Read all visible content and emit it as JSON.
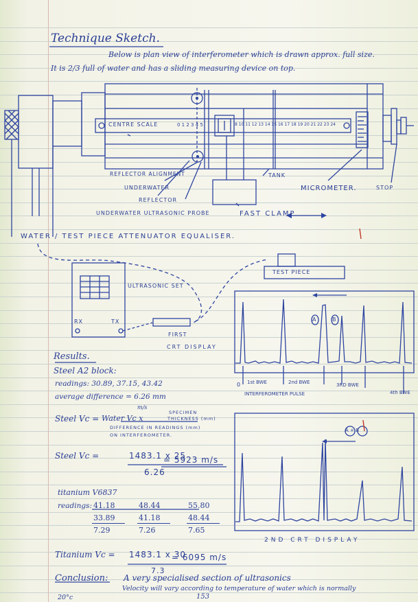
{
  "heading": "Technique Sketch.",
  "intro_line1": "Below is plan view of interferometer which is drawn approx. full size.",
  "intro_line2": "It is 2/3 full of water and has a sliding measuring device on top.",
  "scale_centre": "CENTRE SCALE",
  "scale_left": "0 1 2 3 4 5",
  "scale_right": "8 10 11 12 13 14 15 16 17 18 19 20 21 22 23 24",
  "labels": {
    "reflector_alignment": "REFLECTOR ALIGNMENT",
    "underwater": "UNDERWATER",
    "reflector": "REFLECTOR",
    "tank": "TANK",
    "micrometer": "MICROMETER.",
    "stop": "STOP",
    "ultrasonic_probe": "UNDERWATER ULTRASONIC PROBE",
    "fast_clamp": "FAST CLAMP",
    "attenuator": "WATER / TEST PIECE ATTENUATOR EQUALISER.",
    "test_piece": "TEST PIECE",
    "ultrasonic_set": "ULTRASONIC SET",
    "rx": "RX",
    "tx": "TX",
    "first_crt": "FIRST",
    "crt_display": "CRT DISPLAY",
    "peak_a": "A",
    "peak_b": "B",
    "peak_ab": "A + B",
    "zero": "0",
    "bwe1": "1st BWE",
    "bwe2": "2nd BWE",
    "bwe3": "3RD BWE",
    "bwe4": "4th BWE",
    "interferometer_pulse": "INTERFEROMETER PULSE",
    "second_crt": "2ND CRT DISPLAY"
  },
  "results": {
    "title": "Results.",
    "steel_block": "Steel A2 block:",
    "readings": "readings: 30.89, 37.15, 43.42",
    "average": "average difference = 6.26 mm",
    "unit_ms": "m/s",
    "formula_left": "Steel Vc =",
    "formula_mid": "Water Vc x",
    "formula_specimen": "SPECIMEN",
    "formula_thickness": "THICKNESS (mm)",
    "formula_diff1": "DIFFERENCE IN READINGS (mm)",
    "formula_diff2": "ON INTERFEROMETER.",
    "steel_calc_left": "Steel Vc =",
    "steel_calc_num": "1483.1 x 25",
    "steel_calc_den": "6.26",
    "steel_calc_result": "= 5923 m/s",
    "titanium": "titanium V6837",
    "ti_readings_label": "readings:",
    "ti_row1": [
      "41.18",
      "48.44",
      "55.80"
    ],
    "ti_row2": [
      "33.89",
      "41.18",
      "48.44"
    ],
    "ti_row3": [
      "7.29",
      "7.26",
      "7.65"
    ],
    "ti_calc_left": "Titanium Vc =",
    "ti_calc_num": "1483.1 x 30",
    "ti_calc_den": "7.3",
    "ti_calc_result": "= 6095 m/s",
    "conclusion_label": "Conclusion:",
    "conclusion_line1": "A very specialised section of ultrasonics",
    "conclusion_line2": "Velocity will vary according to temperature of water which is normally",
    "conclusion_line3": "20°c",
    "page_number": "153"
  }
}
